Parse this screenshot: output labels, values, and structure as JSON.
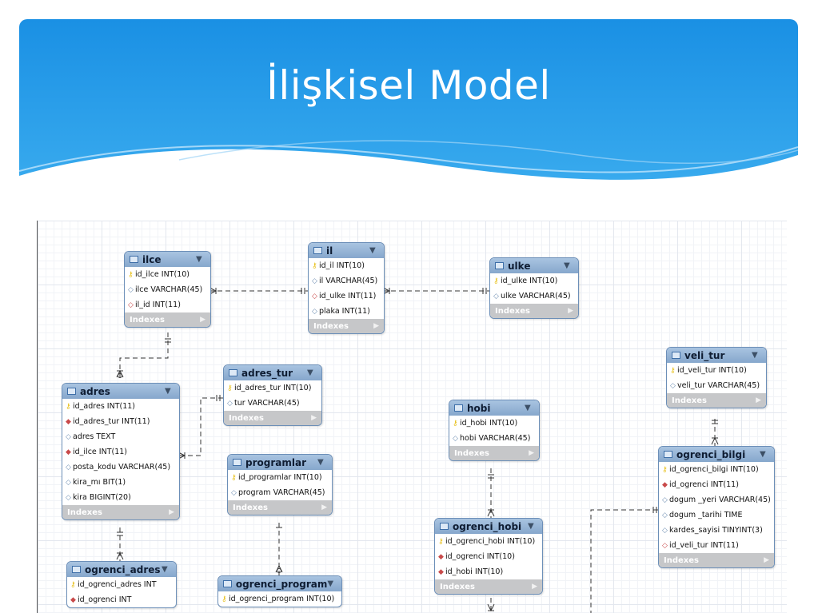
{
  "slide": {
    "title": "İlişkisel Model",
    "colors": {
      "header_top": "#1a90e4",
      "header_bottom": "#3fb0f0",
      "wave": "#ffffff"
    }
  },
  "tables": {
    "ilce": {
      "name": "ilce",
      "indexes": "Indexes",
      "columns": [
        {
          "key": "pk",
          "text": "id_ilce INT(10)"
        },
        {
          "key": "nm",
          "text": "ilce VARCHAR(45)"
        },
        {
          "key": "fkopen",
          "text": "il_id INT(11)"
        }
      ]
    },
    "il": {
      "name": "il",
      "indexes": "Indexes",
      "columns": [
        {
          "key": "pk",
          "text": "id_il INT(10)"
        },
        {
          "key": "nm",
          "text": "il VARCHAR(45)"
        },
        {
          "key": "fkopen",
          "text": "id_ulke INT(11)"
        },
        {
          "key": "nm",
          "text": "plaka INT(11)"
        }
      ]
    },
    "ulke": {
      "name": "ulke",
      "indexes": "Indexes",
      "columns": [
        {
          "key": "pk",
          "text": "id_ulke INT(10)"
        },
        {
          "key": "nm",
          "text": "ulke VARCHAR(45)"
        }
      ]
    },
    "adres_tur": {
      "name": "adres_tur",
      "indexes": "Indexes",
      "columns": [
        {
          "key": "pk",
          "text": "id_adres_tur INT(10)"
        },
        {
          "key": "nm",
          "text": "tur VARCHAR(45)"
        }
      ]
    },
    "adres": {
      "name": "adres",
      "indexes": "Indexes",
      "columns": [
        {
          "key": "pk",
          "text": "id_adres INT(11)"
        },
        {
          "key": "fk",
          "text": "id_adres_tur INT(11)"
        },
        {
          "key": "nm",
          "text": "adres TEXT"
        },
        {
          "key": "fk",
          "text": "id_ilce INT(11)"
        },
        {
          "key": "nm",
          "text": "posta_kodu VARCHAR(45)"
        },
        {
          "key": "nm",
          "text": "kira_mı BIT(1)"
        },
        {
          "key": "nm",
          "text": "kira BIGINT(20)"
        }
      ]
    },
    "programlar": {
      "name": "programlar",
      "indexes": "Indexes",
      "columns": [
        {
          "key": "pk",
          "text": "id_programlar INT(10)"
        },
        {
          "key": "nm",
          "text": "program VARCHAR(45)"
        }
      ]
    },
    "hobi": {
      "name": "hobi",
      "indexes": "Indexes",
      "columns": [
        {
          "key": "pk",
          "text": "id_hobi INT(10)"
        },
        {
          "key": "nm",
          "text": "hobi VARCHAR(45)"
        }
      ]
    },
    "veli_tur": {
      "name": "veli_tur",
      "indexes": "Indexes",
      "columns": [
        {
          "key": "pk",
          "text": "id_veli_tur INT(10)"
        },
        {
          "key": "nm",
          "text": "veli_tur VARCHAR(45)"
        }
      ]
    },
    "ogrenci_bilgi": {
      "name": "ogrenci_bilgi",
      "indexes": "Indexes",
      "columns": [
        {
          "key": "pk",
          "text": "id_ogrenci_bilgi INT(10)"
        },
        {
          "key": "fk",
          "text": "id_ogrenci INT(11)"
        },
        {
          "key": "nm",
          "text": "dogum _yeri VARCHAR(45)"
        },
        {
          "key": "nm",
          "text": "dogum _tarihi TIME"
        },
        {
          "key": "nm",
          "text": "kardes_sayisi TINYINT(3)"
        },
        {
          "key": "fkopen",
          "text": "id_veli_tur INT(11)"
        }
      ]
    },
    "ogrenci_hobi": {
      "name": "ogrenci_hobi",
      "indexes": "Indexes",
      "columns": [
        {
          "key": "pk",
          "text": "id_ogrenci_hobi INT(10)"
        },
        {
          "key": "fk",
          "text": "id_ogrenci INT(10)"
        },
        {
          "key": "fk",
          "text": "id_hobi INT(10)"
        }
      ]
    },
    "ogrenci_adres": {
      "name": "ogrenci_adres",
      "indexes": "",
      "columns": [
        {
          "key": "pk",
          "text": "id_ogrenci_adres INT"
        },
        {
          "key": "fk",
          "text": "id_ogrenci INT"
        }
      ]
    },
    "ogrenci_program": {
      "name": "ogrenci_program",
      "indexes": "",
      "columns": [
        {
          "key": "pk",
          "text": "id_ogrenci_program INT(10)"
        }
      ]
    }
  }
}
